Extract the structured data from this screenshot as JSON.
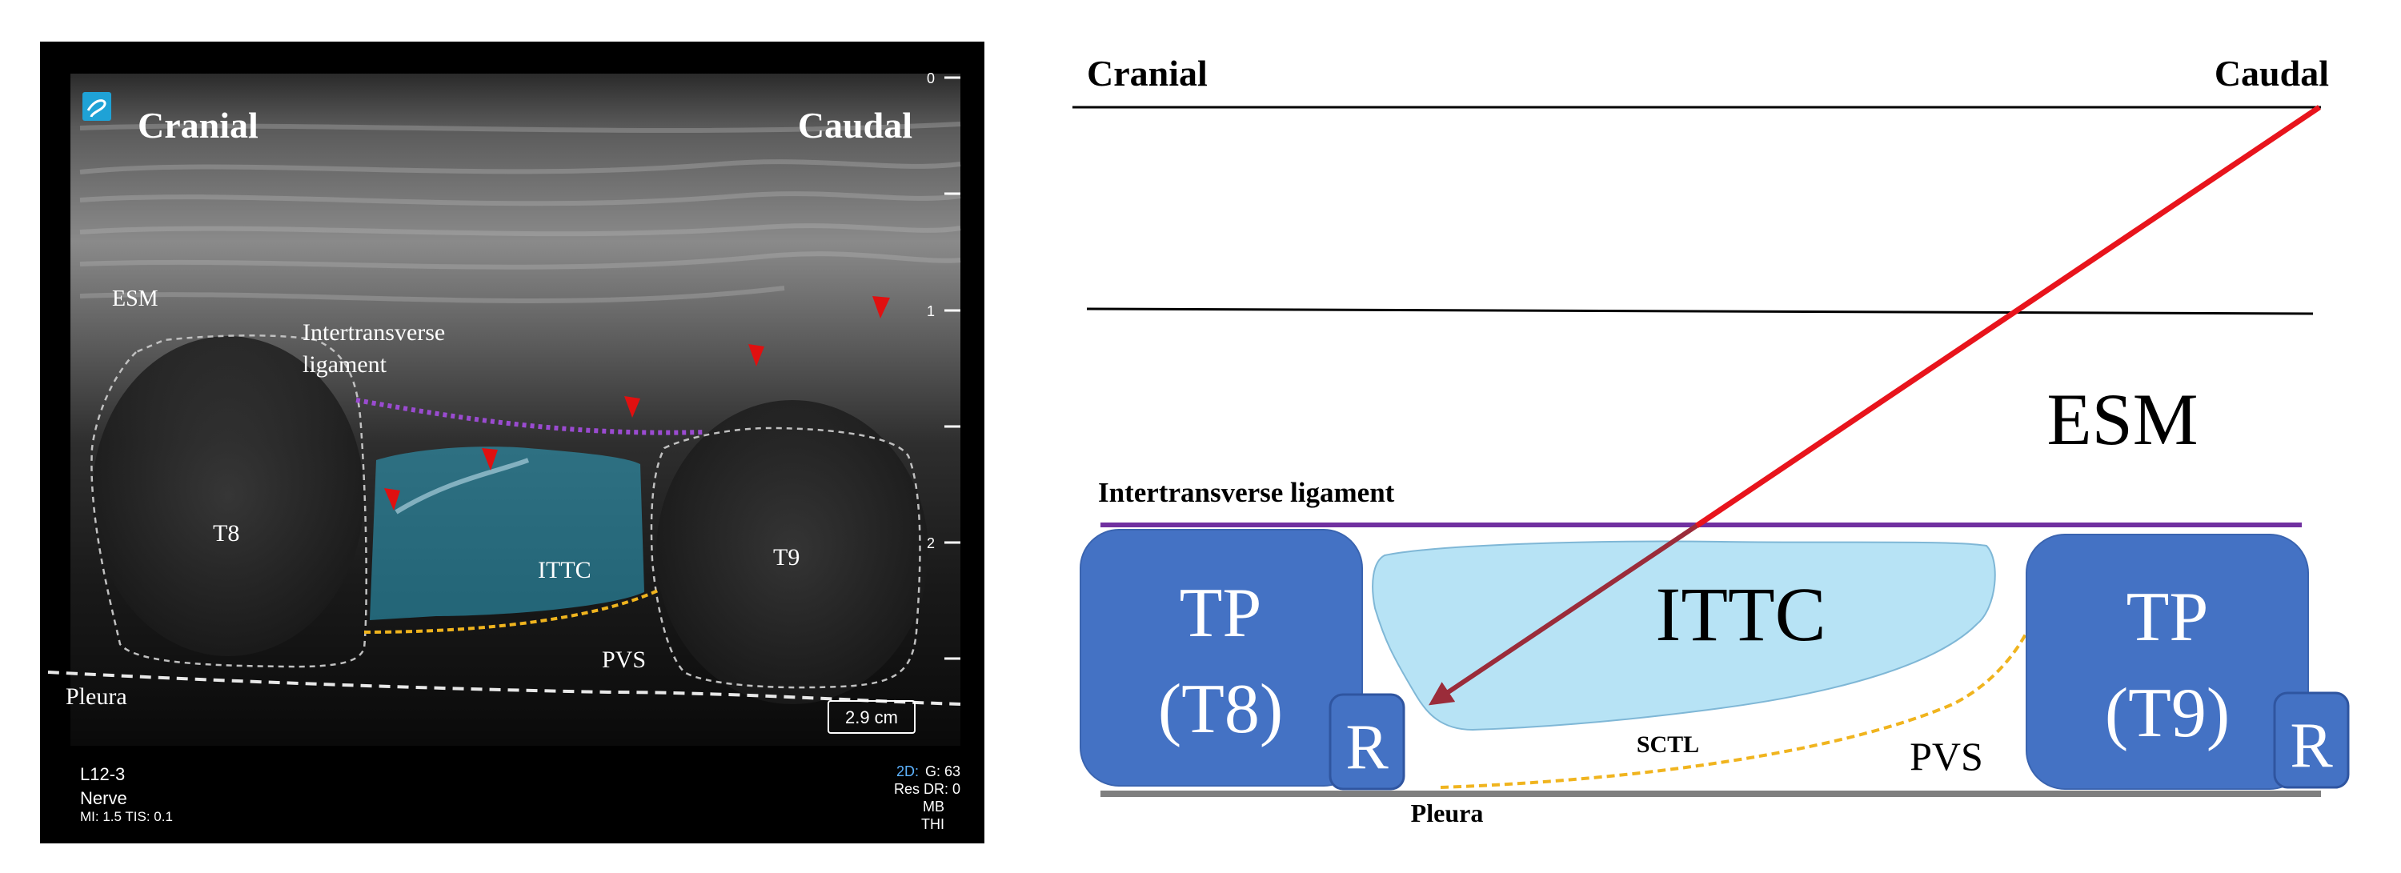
{
  "ultrasound": {
    "orientation": {
      "left": "Cranial",
      "right": "Caudal"
    },
    "labels": {
      "esm": "ESM",
      "ligament_line1": "Intertransverse",
      "ligament_line2": "ligament",
      "t8": "T8",
      "t9": "T9",
      "ittc": "ITTC",
      "pvs": "PVS",
      "pleura": "Pleura"
    },
    "scale_ticks": [
      "0",
      "1",
      "2"
    ],
    "scale_box": "2.9 cm",
    "info_left": {
      "probe": "L12-3",
      "preset": "Nerve",
      "indices": "MI: 1.5 TIS: 0.1"
    },
    "info_right": {
      "gain_prefix": "2D:",
      "gain": "G: 63",
      "res": "Res DR: 0",
      "mb": "MB",
      "thi": "THI"
    }
  },
  "schematic": {
    "orientation": {
      "left": "Cranial",
      "right": "Caudal"
    },
    "labels": {
      "esm": "ESM",
      "ligament": "Intertransverse ligament",
      "ittc": "ITTC",
      "tp_left_line1": "TP",
      "tp_left_line2": "(T8)",
      "tp_right_line1": "TP",
      "tp_right_line2": "(T9)",
      "rib_left": "R",
      "rib_right": "R",
      "sctl": "SCTL",
      "pvs": "PVS",
      "pleura": "Pleura"
    }
  },
  "colors": {
    "needle": "#e8141c",
    "tp_fill": "#4472c4",
    "ittc_fill": "#b7e3f5",
    "ligament": "#7030a0",
    "pvs_dash": "#f0b41e",
    "us_ittc": "#2fa7c8",
    "arrowhead": "#e01010"
  },
  "icons": {
    "logo": "sonosite-logo-icon",
    "arrowheads": "red-arrowhead-icon"
  }
}
